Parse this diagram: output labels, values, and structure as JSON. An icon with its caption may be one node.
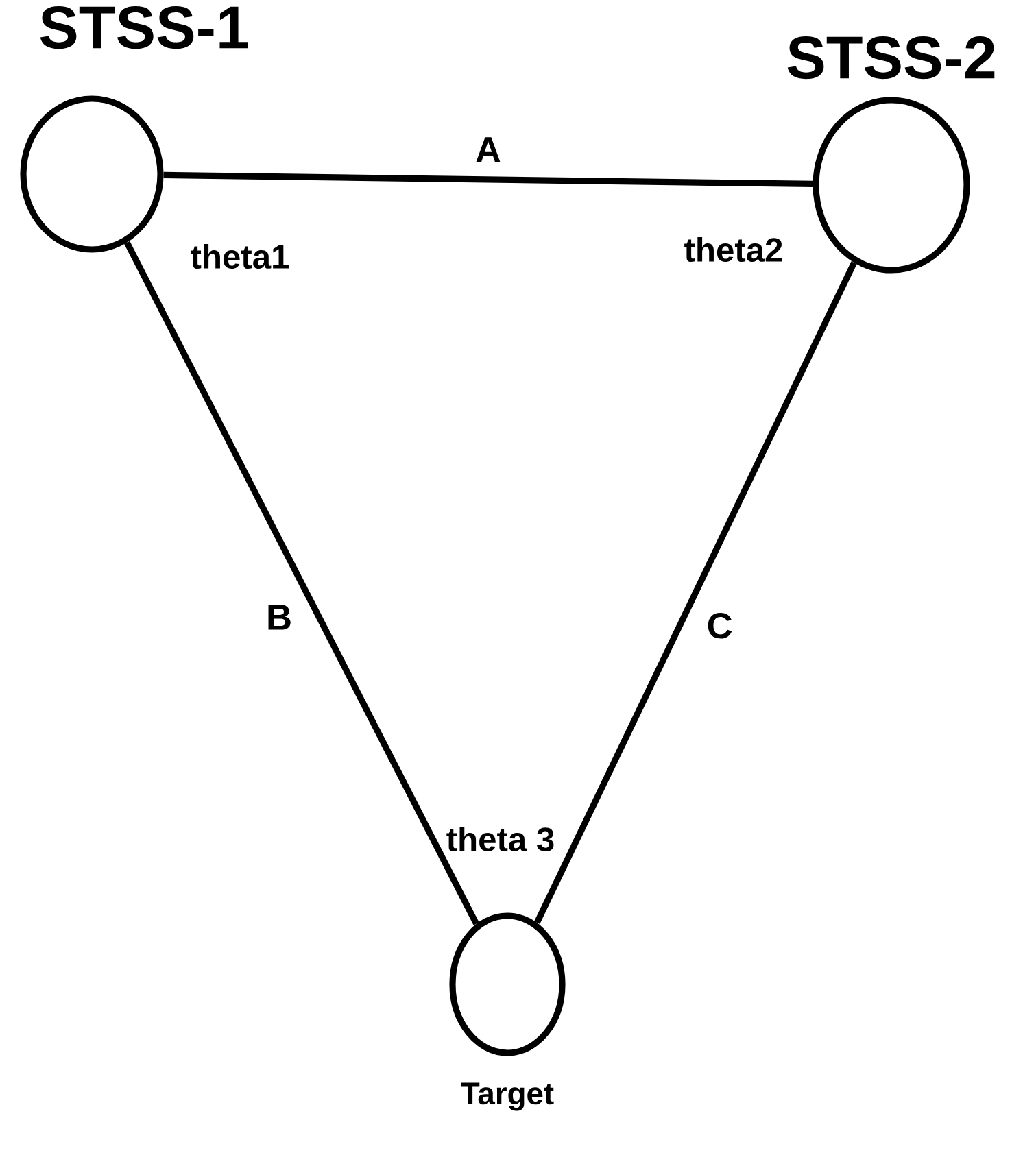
{
  "diagram": {
    "nodes": [
      {
        "text": [
          "STSS-1"
        ],
        "beside": [
          "theta1"
        ]
      },
      {
        "text": [
          "STSS-2"
        ],
        "beside": [
          "theta2"
        ]
      },
      {
        "text": [
          "Target"
        ],
        "beside": [
          "theta 3"
        ]
      }
    ],
    "edges": [
      {
        "from": 0,
        "to": 1,
        "arrow": "none",
        "label": "A"
      },
      {
        "from": 0,
        "to": 2,
        "arrow": "none",
        "label": "B"
      },
      {
        "from": 1,
        "to": 2,
        "arrow": "none",
        "label": "C"
      }
    ]
  }
}
